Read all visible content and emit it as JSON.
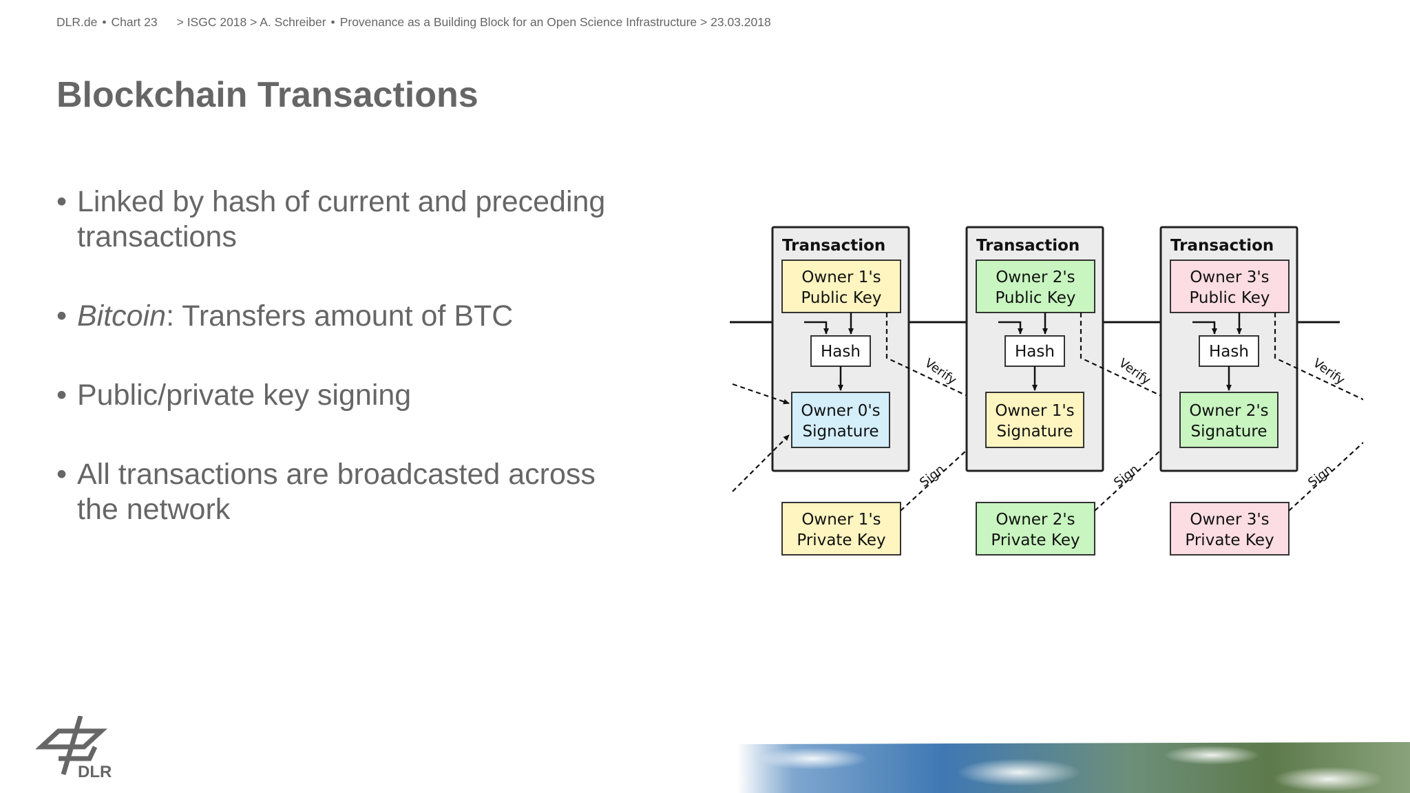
{
  "header": {
    "site": "DLR.de",
    "chart": "Chart 23",
    "breadcrumb": "> ISGC 2018 > A. Schreiber",
    "talk_title": "Provenance as a Building Block for an Open Science Infrastructure > 23.03.2018",
    "separator": "•"
  },
  "slide": {
    "title": "Blockchain Transactions",
    "bullets": {
      "b1": "Linked by hash of current and preceding transactions",
      "b2_italic": "Bitcoin",
      "b2_rest": ": Transfers amount of BTC",
      "b3": "Public/private key signing",
      "b4": "All transactions are broadcasted across the network"
    },
    "bullet_symbol": "•"
  },
  "diagram": {
    "transactions": [
      {
        "label": "Transaction",
        "public_key_1": "Owner 1's",
        "public_key_2": "Public Key",
        "hash": "Hash",
        "sig_1": "Owner 0's",
        "sig_2": "Signature",
        "private_key_1": "Owner 1's",
        "private_key_2": "Private Key",
        "color": "#fff5c0",
        "sig_color": "#d4eefa"
      },
      {
        "label": "Transaction",
        "public_key_1": "Owner 2's",
        "public_key_2": "Public Key",
        "hash": "Hash",
        "sig_1": "Owner 1's",
        "sig_2": "Signature",
        "private_key_1": "Owner 2's",
        "private_key_2": "Private Key",
        "color": "#c8f5c0",
        "sig_color": "#fff5c0"
      },
      {
        "label": "Transaction",
        "public_key_1": "Owner 3's",
        "public_key_2": "Public Key",
        "hash": "Hash",
        "sig_1": "Owner 2's",
        "sig_2": "Signature",
        "private_key_1": "Owner 3's",
        "private_key_2": "Private Key",
        "color": "#fcdde3",
        "sig_color": "#c8f5c0"
      }
    ],
    "verify_label": "Verify",
    "sign_label": "Sign"
  },
  "logo": {
    "text": "DLR"
  }
}
